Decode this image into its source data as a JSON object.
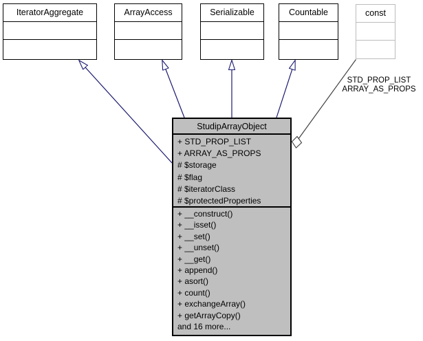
{
  "diagram": {
    "type": "uml-class-diagram",
    "main_class": {
      "name": "StudipArrayObject",
      "attributes": [
        "+ STD_PROP_LIST",
        "+ ARRAY_AS_PROPS",
        "# $storage",
        "# $flag",
        "# $iteratorClass",
        "# $protectedProperties"
      ],
      "methods": [
        "+ __construct()",
        "+ __isset()",
        "+ __set()",
        "+ __unset()",
        "+ __get()",
        "+ append()",
        "+ asort()",
        "+ count()",
        "+ exchangeArray()",
        "+ getArrayCopy()"
      ],
      "more_label": "and 16 more..."
    },
    "parents": [
      {
        "name": "IteratorAggregate"
      },
      {
        "name": "ArrayAccess"
      },
      {
        "name": "Serializable"
      },
      {
        "name": "Countable"
      }
    ],
    "constants_node": {
      "name": "const"
    },
    "edge_labels": [
      "STD_PROP_LIST",
      "ARRAY_AS_PROPS"
    ],
    "colors": {
      "inheritance_edge": "#191970",
      "usage_edge": "#404040",
      "main_fill": "#bfbfbf",
      "node_border": "#000000",
      "const_border": "#bcbcbc"
    }
  }
}
